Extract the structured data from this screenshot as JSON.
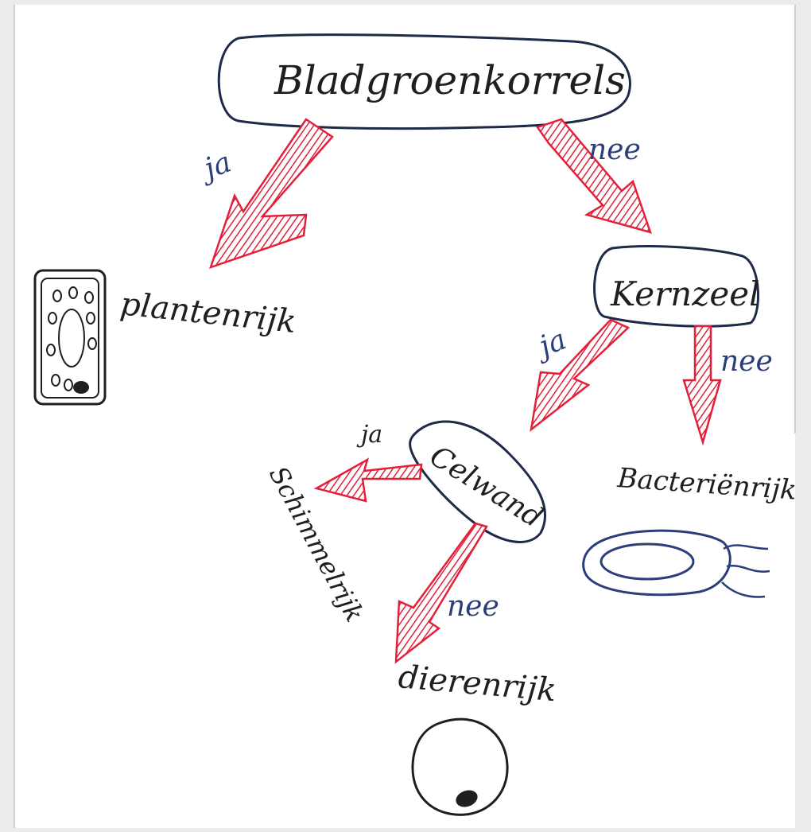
{
  "nodes": {
    "root": "Bladgroenkorrels",
    "nucleus": "Kernzeel",
    "cellwall": "Celwand"
  },
  "edges": {
    "root_yes": "ja",
    "root_no": "nee",
    "nucleus_yes": "ja",
    "nucleus_no": "nee",
    "cellwall_yes": "ja",
    "cellwall_no": "nee"
  },
  "kingdoms": {
    "plants": "plantenrijk",
    "bacteria": "Bacteriënrijk",
    "fungi": "Schimmelrijk",
    "animals": "dierenrijk"
  },
  "colors": {
    "ink_black": "#1f1f1f",
    "ink_blue": "#2a3f7a",
    "arrow_red": "#e3203a",
    "paper": "#ffffff",
    "background": "#ececec"
  },
  "icons": [
    "plant-cell-icon",
    "bacterium-icon",
    "animal-cell-icon"
  ]
}
